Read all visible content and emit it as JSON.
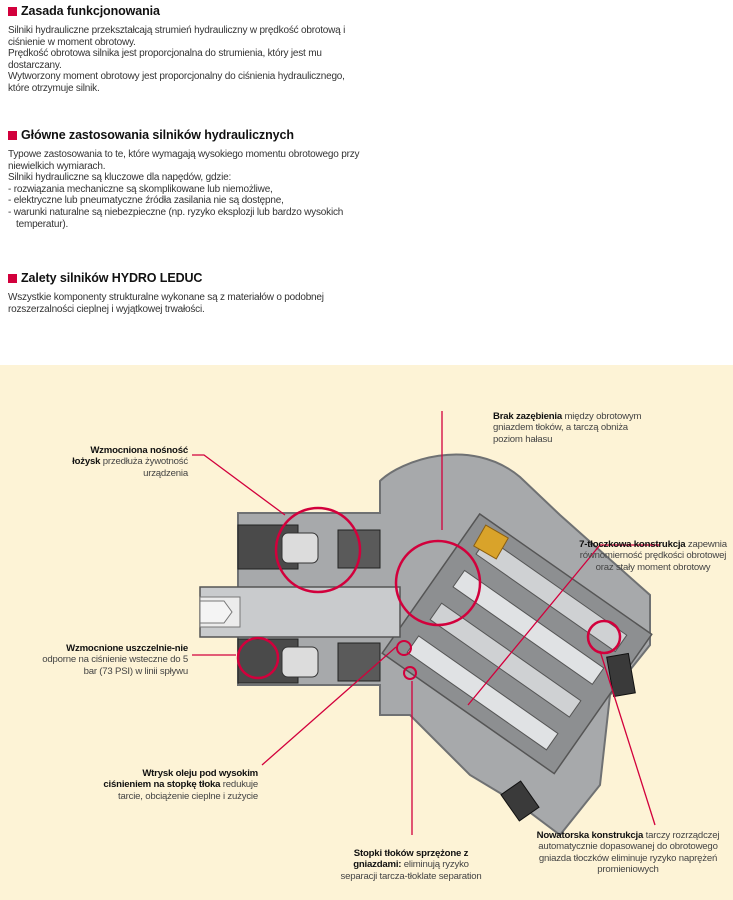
{
  "sections": [
    {
      "title": "Zasada funkcjonowania",
      "paragraphs": [
        "Silniki hydrauliczne przekształcają strumień hydrauliczny w prędkość obrotową i ciśnienie w moment obrotowy.",
        "Prędkość obrotowa silnika jest proporcjonalna do strumienia, który jest mu dostarczany.",
        "Wytworzony moment obrotowy jest proporcjonalny do ciśnienia hydraulicznego, które otrzymuje silnik."
      ]
    },
    {
      "title": "Główne zastosowania silników hydraulicznych",
      "paragraphs": [
        "Typowe zastosowania to te, które wymagają wysokiego momentu obrotowego przy niewielkich wymiarach.",
        "Silniki hydrauliczne są kluczowe dla napędów, gdzie:"
      ],
      "bullets": [
        "- rozwiązania mechaniczne są skomplikowane lub niemożliwe,",
        "- elektryczne lub pneumatyczne źródła zasilania nie są dostępne,",
        "- warunki naturalne są niebezpieczne (np. ryzyko eksplozji lub bardzo wysokich temperatur)."
      ]
    },
    {
      "title": "Zalety silników HYDRO LEDUC",
      "paragraphs": [
        "Wszystkie komponenty strukturalne wykonane są z materiałów o podobnej rozszerzalności cieplnej i wyjątkowej trwałości."
      ]
    }
  ],
  "callouts": {
    "bearing": {
      "bold": "Wzmocniona nośność łożysk",
      "text": "przedłuża żywotność urządzenia"
    },
    "seal": {
      "bold": "Wzmocnione uszczelnie-nie",
      "text": "odporne na ciśnienie wsteczne do 5 bar (73 PSI) w linii spływu"
    },
    "oil": {
      "bold": "Wtrysk oleju pod wysokim ciśnieniem na stopkę tłoka",
      "text": "redukuje tarcie, obciążenie cieplne i zużycie"
    },
    "shoes": {
      "bold": "Stopki tłoków sprzężone z gniazdami:",
      "text": "eliminują ryzyko separacji tarcza-tłoklate separation"
    },
    "gear": {
      "bold": "Brak zazębienia",
      "text": "między obrotowym gniazdem tłoków, a tarczą obniża poziom hałasu"
    },
    "pistons": {
      "bold": "7-tłoczkowa konstrukcja",
      "text": "zapewnia równomierność prędkości obrotowej oraz stały moment obrotowy"
    },
    "novel": {
      "bold": "Nowatorska konstrukcja",
      "text": "tarczy rozrządczej automatycznie dopasowanej do obrotowego gniazda tłoczków eliminuje ryzyko naprężeń promieniowych"
    }
  },
  "colors": {
    "accent": "#d2003c",
    "figure_bg": "#fdf3d6",
    "housing": "#a7a9ab",
    "metal_dark": "#3a3a3a",
    "brass": "#d9a32a"
  }
}
